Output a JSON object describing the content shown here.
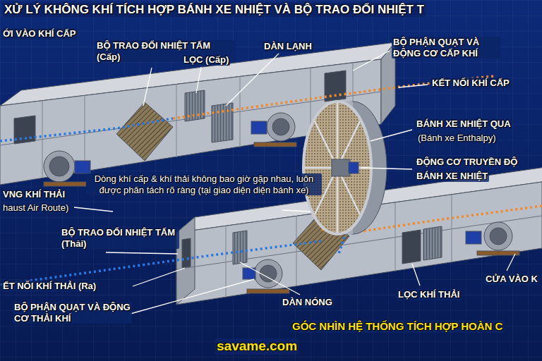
{
  "diagram": {
    "title": "XỬ LÝ KHÔNG KHÍ TÍCH HỢP BÁNH XE NHIỆT VÀ BỘ TRAO ĐỔI NHIỆT T",
    "labels": [
      "ỚI VÀO KHÍ CẤP",
      "BỘ TRAO ĐỔI NHIỆT TẤM (Cấp)",
      "DÀN LẠNH",
      "BỘ PHẬN QUẠT VÀ ĐỘNG CƠ CẤP KHÍ",
      "LỌC (Cấp)",
      "KẾT NỐI KHÍ CẤP",
      "BÁNH XE NHIỆT QUA",
      "(Bánh xe Enthalpy)",
      "ĐỘNG CƠ TRUYỀN ĐỘ",
      "BÁNH XE NHIỆT",
      "Dòng khí cấp & khí thải không bao giờ gặp nhau, luôn được phân tách rõ ràng (tại giao diện diện bánh xe)",
      "VNG KHÍ THẢI",
      "haust Air Route)",
      "BỘ TRAO ĐỔI NHIỆT TẤM (Thải)",
      "ẾT NỐI KHÍ THẢI (Ra)",
      "BỘ PHẬN QUẠT VÀ ĐỘNG CƠ THẢI KHÍ",
      "DÀN NÓNG",
      "LỌC KHÍ THẢI",
      "CỬA VÀO K",
      "GÓC NHÌN HỆ THỐNG TÍCH HỢP HOÀN C",
      "savame.com"
    ]
  }
}
